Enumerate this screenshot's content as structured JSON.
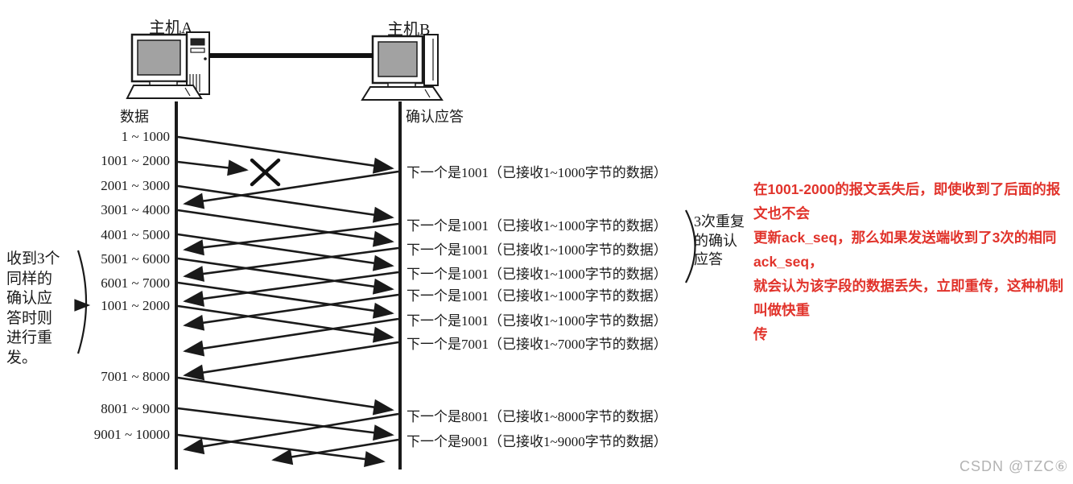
{
  "hosts": {
    "a": "主机A",
    "b": "主机B"
  },
  "columns": {
    "data_header": "数据",
    "ack_header": "确认应答"
  },
  "data_segments": [
    "1 ~ 1000",
    "1001 ~ 2000",
    "2001 ~ 3000",
    "3001 ~ 4000",
    "4001 ~ 5000",
    "5001 ~ 6000",
    "6001 ~ 7000",
    "1001 ~ 2000",
    "7001 ~ 8000",
    "8001 ~ 9000",
    "9001 ~ 10000"
  ],
  "acks": [
    "下一个是1001（已接收1~1000字节的数据）",
    "下一个是1001（已接收1~1000字节的数据）",
    "下一个是1001（已接收1~1000字节的数据）",
    "下一个是1001（已接收1~1000字节的数据）",
    "下一个是1001（已接收1~1000字节的数据）",
    "下一个是1001（已接收1~1000字节的数据）",
    "下一个是7001（已接收1~7000字节的数据）",
    "下一个是8001（已接收1~8000字节的数据）",
    "下一个是9001（已接收1~9000字节的数据）"
  ],
  "left_note": "收到3个\n同样的\n确认应\n答时则\n进行重\n发。",
  "brace_note": "3次重复\n的确认\n应答",
  "annotation": "在1001-2000的报文丢失后，即使收到了后面的报文也不会\n更新ack_seq，那么如果发送端收到了3次的相同ack_seq，\n就会认为该字段的数据丢失，立即重传，这种机制叫做快重\n传",
  "watermark": "CSDN @TZC⑥",
  "colors": {
    "ink": "#1a1a1a",
    "screen_gray": "#a2a2a2",
    "annotation_red": "#e1332b",
    "watermark_gray": "#b3b3b3"
  }
}
